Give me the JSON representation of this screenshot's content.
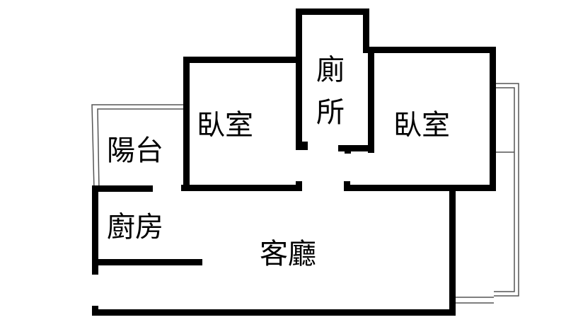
{
  "rooms": {
    "bedroom_left": "臥室",
    "toilet_line1": "廁",
    "toilet_line2": "所",
    "bedroom_right": "臥室",
    "balcony": "陽台",
    "kitchen": "廚房",
    "living_room": "客廳"
  },
  "colors": {
    "wall": "#000000",
    "background": "#ffffff",
    "outline": "#555555"
  }
}
